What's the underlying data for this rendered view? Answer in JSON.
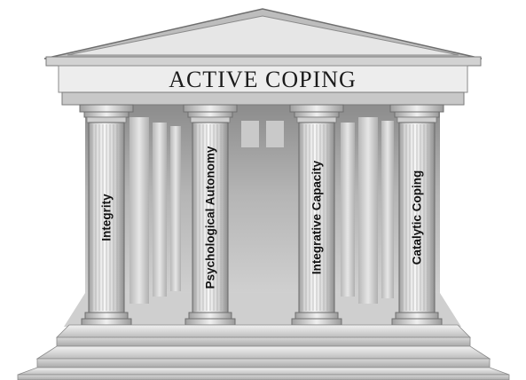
{
  "title": "ACTIVE COPING",
  "pillars": [
    {
      "label": "Integrity"
    },
    {
      "label": "Psychological Autonomy"
    },
    {
      "label": "Integrative Capacity"
    },
    {
      "label": "Catalytic Coping"
    }
  ]
}
